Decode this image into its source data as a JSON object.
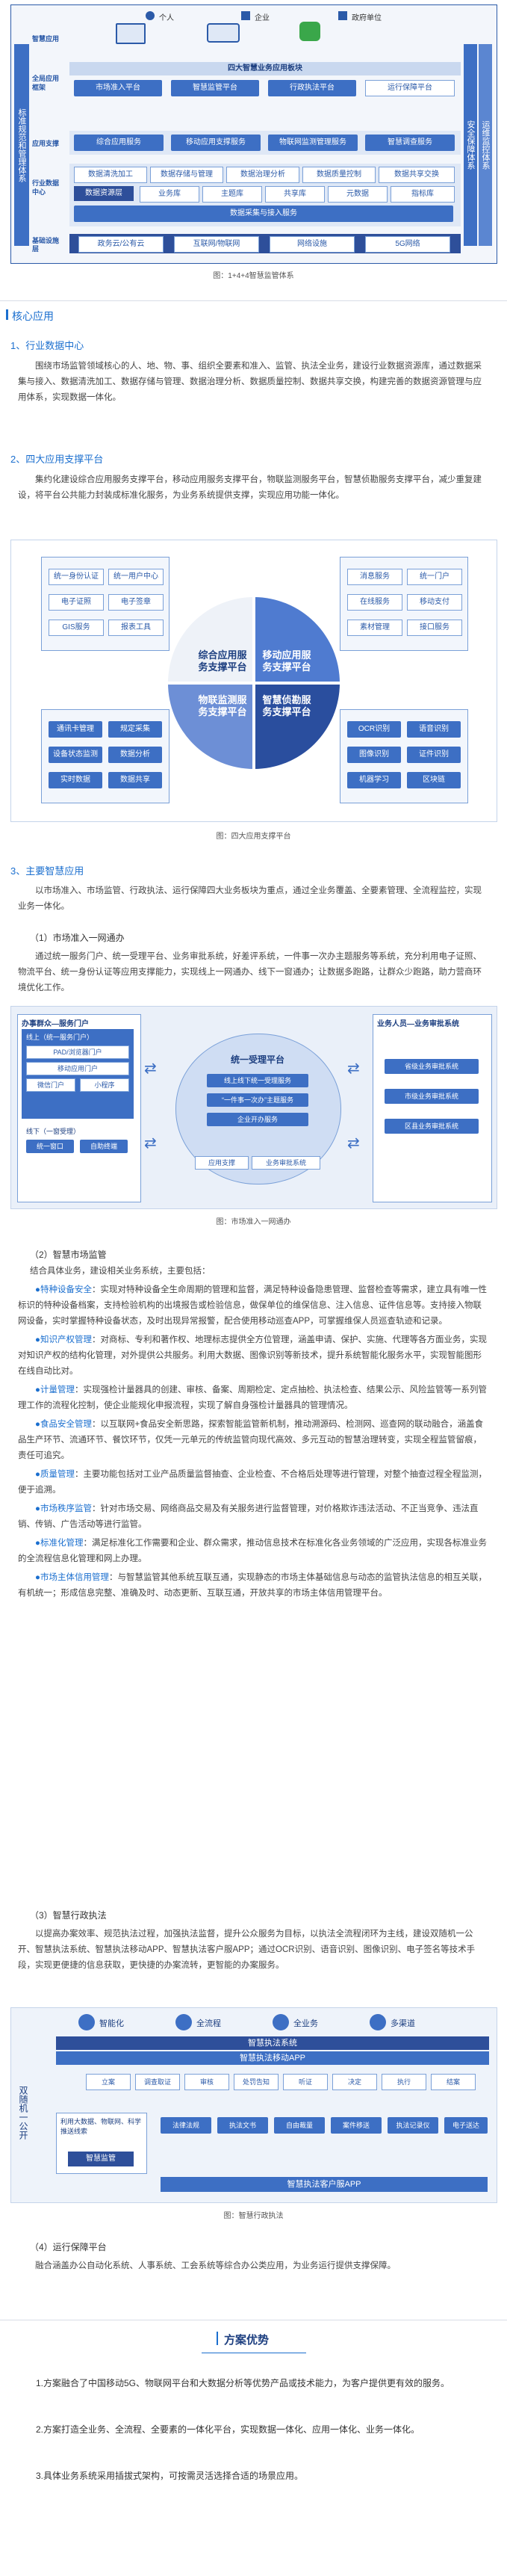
{
  "fig1": {
    "top_icons": [
      "个人",
      "企业",
      "政府单位"
    ],
    "left_col": "标准规范和管理体系",
    "right_col": "安全保障体系",
    "right_col2": "运维监控体系",
    "row_labels": [
      "智慧应用",
      "全局应用框架",
      "应用支撑",
      "行业数据中心",
      "基础设施层"
    ],
    "band_title": "四大智慧业务应用板块",
    "apps": [
      "市场准入平台",
      "智慧监管平台",
      "行政执法平台",
      "运行保障平台"
    ],
    "support": [
      "综合应用服务",
      "移动应用支撑服务",
      "物联网监测管理服务",
      "智慧调查服务"
    ],
    "data1": [
      "数据清洗加工",
      "数据存储与管理",
      "数据治理分析",
      "数据质量控制",
      "数据共享交换"
    ],
    "data2": [
      "数据资源层",
      "业务库",
      "主题库",
      "共享库",
      "元数据",
      "指标库"
    ],
    "data3": "数据采集与接入服务",
    "infra": [
      "政务云/公有云",
      "互联网/物联网",
      "网络设施",
      "5G网络"
    ],
    "caption": "图：1+4+4智慧监管体系"
  },
  "section": {
    "title": "核心应用"
  },
  "s1": {
    "title": "1、行业数据中心",
    "body": "围绕市场监管领域核心的人、地、物、事、组织全要素和准入、监管、执法全业务，建设行业数据资源库，通过数据采集与接入、数据清洗加工、数据存储与管理、数据治理分析、数据质量控制、数据共享交换，构建完善的数据资源管理与应用体系，实现数据一体化。"
  },
  "s2": {
    "title": "2、四大应用支撑平台",
    "body": "集约化建设综合应用服务支撑平台，移动应用服务支撑平台，物联监测服务平台，智慧侦勘服务支撑平台，减少重复建设，将平台公共能力封装成标准化服务，为业务系统提供支撑，实现应用功能一体化。"
  },
  "fig2": {
    "q1": "综合应用服务支撑平台",
    "q2": "移动应用服务支撑平台",
    "q3": "物联监测服务支撑平台",
    "q4": "智慧侦勘服务支撑平台",
    "tl": [
      "统一身份认证",
      "统一用户中心",
      "电子证照",
      "电子签章",
      "GIS服务",
      "报表工具"
    ],
    "tr": [
      "消息服务",
      "统一门户",
      "在线服务",
      "移动支付",
      "素材管理",
      "接口服务"
    ],
    "bl": [
      "通讯卡管理",
      "规定采集",
      "设备状态监测",
      "数据分析",
      "实时数据",
      "数据共享"
    ],
    "br": [
      "OCR识别",
      "语音识别",
      "图像识别",
      "证件识别",
      "机器学习",
      "区块链"
    ],
    "caption": "图：四大应用支撑平台"
  },
  "s3": {
    "title": "3、主要智慧应用",
    "body": "以市场准入、市场监管、行政执法、运行保障四大业务板块为重点，通过全业务覆盖、全要素管理、全流程监控，实现业务一体化。",
    "sub1": "（1）市场准入一网通办",
    "sub1_body": "通过统一服务门户、统一受理平台、业务审批系统，好差评系统，一件事一次办主题服务等系统，充分利用电子证照、物流平台、统一身份认证等应用支撑能力，实现线上一网通办、线下一窗通办；让数据多跑路，让群众少跑路，助力营商环境优化工作。"
  },
  "fig3": {
    "left_title": "办事群众—服务门户",
    "left_sub": "线上（统一服务门户）",
    "left_items": [
      "PAD/浏览器门户",
      "移动应用门户",
      "微信门户",
      "小程序"
    ],
    "left_sub2": "线下（一窗受理）",
    "left_items2": [
      "统一窗口",
      "自助终端"
    ],
    "center_title": "统一受理平台",
    "center_items": [
      "线上线下统一受理服务",
      "“一件事一次办”主题服务",
      "企业开办服务"
    ],
    "center_bottom": [
      "应用支撑",
      "业务审批系统"
    ],
    "right_title": "业务人员—业务审批系统",
    "right_items": [
      "省级业务审批系统",
      "市级业务审批系统",
      "区县业务审批系统"
    ],
    "caption": "图：市场准入一网通办"
  },
  "s4": {
    "sub2": "（2）智慧市场监管",
    "intro": "结合具体业务，建设相关业务系统，主要包括：",
    "items": [
      {
        "k": "●特种设备安全",
        "v": "：实现对特种设备全生命周期的管理和监督，满足特种设备隐患管理、监督检查等需求，建立具有唯一性标识的特种设备档案，支持检验机构的出境报告或检验信息，做保单位的维保信息、注入信息、证件信息等。支持接入物联网设备，实时掌握特种设备状态，及时出现异常报警，配合使用移动巡查APP，可掌握维保人员巡查轨迹和记录。"
      },
      {
        "k": "●知识产权管理",
        "v": "：对商标、专利和著作权、地理标志提供全方位管理，涵盖申请、保护、实施、代理等各方面业务，实现对知识产权的结构化管理，对外提供公共服务。利用大数据、图像识别等新技术，提升系统智能化服务水平，实现智能图形在线自动比对。"
      },
      {
        "k": "●计量管理",
        "v": "：实现强检计量器具的创建、审核、备案、周期检定、定点抽检、执法检查、结果公示、风险监管等一系列管理工作的流程化控制，使企业能规化申报流程，实现了解自身强检计量器具的管理情况。"
      },
      {
        "k": "●食品安全管理",
        "v": "：以互联网+食品安全新思路，探索智能监管新机制，推动溯源码、检测网、巡查网的联动融合，涵盖食品生产环节、流通环节、餐饮环节，仅凭一元单元的传统监管向现代高效、多元互动的智慧治理转变，实现全程监管留痕，责任可追究。"
      },
      {
        "k": "●质量管理",
        "v": "：主要功能包括对工业产品质量监督抽查、企业检查、不合格后处理等进行管理，对整个抽查过程全程监测，便于追溯。"
      },
      {
        "k": "●市场秩序监管",
        "v": "：针对市场交易、网络商品交易及有关服务进行监督管理，对价格欺诈违法活动、不正当竞争、违法直销、传销、广告活动等进行监管。"
      },
      {
        "k": "●标准化管理",
        "v": "：满足标准化工作需要和企业、群众需求，推动信息技术在标准化各业务领域的广泛应用，实现各标准业务的全流程信息化管理和网上办理。"
      },
      {
        "k": "●市场主体信用管理",
        "v": "：与智慧监管其他系统互联互通，实现静态的市场主体基础信息与动态的监管执法信息的相互关联，有机统一；形成信息完整、准确及时、动态更新、互联互通，开放共享的市场主体信用管理平台。"
      }
    ],
    "sub3": "（3）智慧行政执法",
    "sub3_body": "以提高办案效率、规范执法过程，加强执法监督，提升公众服务为目标，以执法全流程闭环为主线，建设双随机一公开、智慧执法系统、智慧执法移动APP、智慧执法客户服APP；通过OCR识别、语音识别、图像识别、电子签名等技术手段，实现更便捷的信息获取，更快捷的办案流转，更智能的办案服务。"
  },
  "fig4": {
    "icons": [
      "智能化",
      "全流程",
      "全业务",
      "多渠道"
    ],
    "sys_title": "智慧执法系统",
    "app_title": "智慧执法移动APP",
    "left_label": "双随机一公开",
    "modules": [
      "立案",
      "调查取证",
      "审核",
      "处罚告知",
      "听证",
      "决定",
      "执行",
      "结案"
    ],
    "lower": [
      "法律法规",
      "执法文书",
      "自由裁量",
      "案件移送",
      "执法记录仪",
      "电子送达"
    ],
    "sub_left": [
      "利用大数据、物联网、科学推送线索",
      "智慧监管"
    ],
    "bottom_title": "智慧执法客户服APP",
    "caption": "图：智慧行政执法"
  },
  "s5": {
    "sub4": "（4）运行保障平台",
    "body": "融合涵盖办公自动化系统、人事系统、工会系统等综合办公类应用，为业务运行提供支撑保障。"
  },
  "adv": {
    "title": "方案优势",
    "items": [
      "1.方案融合了中国移动5G、物联网平台和大数据分析等优势产品或技术能力，为客户提供更有效的服务。",
      "2.方案打造全业务、全流程、全要素的一体化平台，实现数据一体化、应用一体化、业务一体化。",
      "3.具体业务系统采用插拔式架构，可按需灵活选择合适的场景应用。"
    ]
  }
}
